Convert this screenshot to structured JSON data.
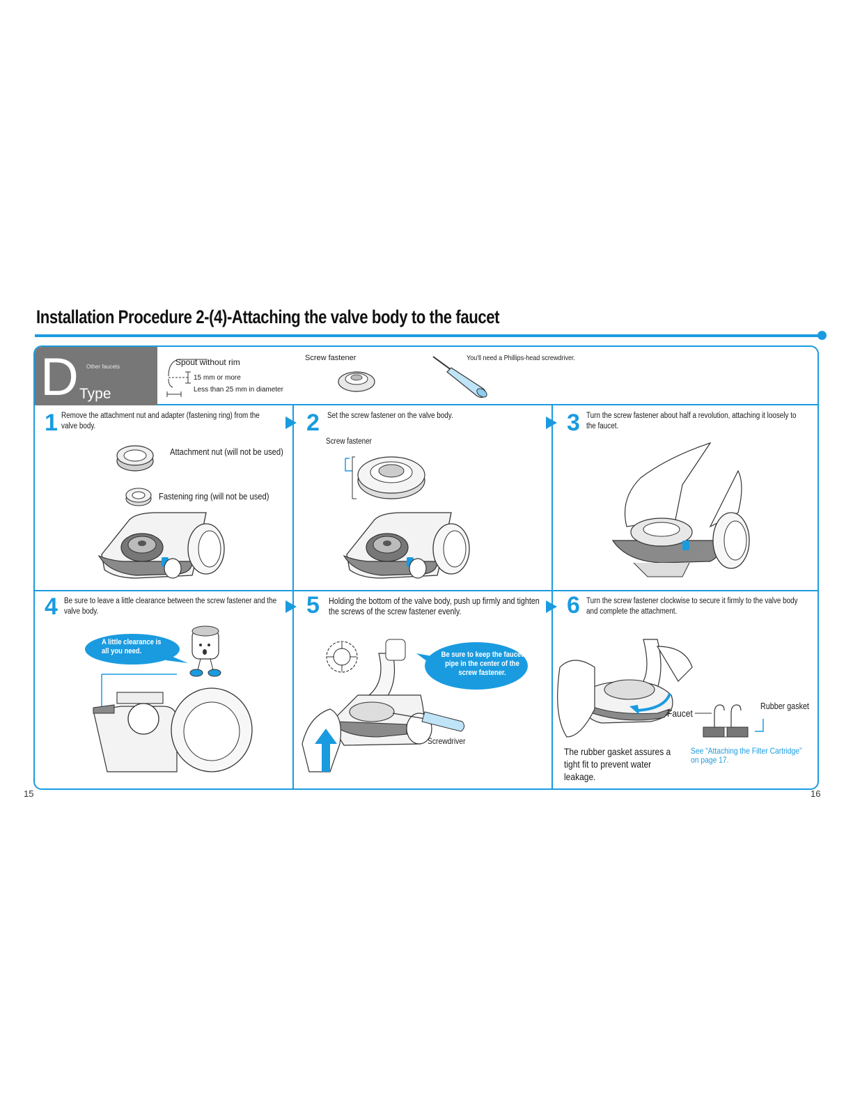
{
  "page": {
    "title": "Installation Procedure 2-(4)-Attaching the valve body to  the faucet",
    "page_left": "15",
    "page_right": "16"
  },
  "type_box": {
    "letter": "D",
    "subtitle": "Other faucets",
    "type_label": "Type"
  },
  "header": {
    "spout_title": "Spout without rim",
    "spout_height": "15 mm or more",
    "spout_diameter": "Less than 25 mm in diameter",
    "screw_fastener_label": "Screw fastener",
    "screwdriver_note": "You'll need a Phillips-head screwdriver."
  },
  "steps": [
    {
      "num": "1",
      "text": "Remove the attachment nut and adapter (fastening ring) from the valve body."
    },
    {
      "num": "2",
      "text": "Set the screw fastener on the   valve body."
    },
    {
      "num": "3",
      "text": "Turn the screw fastener about half a revolution, attaching it loosely to the faucet."
    },
    {
      "num": "4",
      "text": "Be sure to leave a little clearance between the screw fastener and  the valve body."
    },
    {
      "num": "5",
      "text": "Holding the bottom of the    valve body, push up firmly and tighten the screws of the    screw fastener  evenly."
    },
    {
      "num": "6",
      "text": "Turn the screw fastener clockwise to secure it firmly to the valve body and complete the attachment."
    }
  ],
  "labels": {
    "attachment_nut": "Attachment nut (will not be used)",
    "fastening_ring": "Fastening ring (will not be used)",
    "step2_screw_fastener": "Screw fastener",
    "bubble_clearance": "A little clearance is all you need.",
    "bubble_center": "Be sure to keep the faucet pipe in the center of the screw fastener.",
    "screwdriver": "Screwdriver",
    "faucet": "Faucet",
    "rubber_gasket": "Rubber gasket",
    "gasket_note": "The rubber gasket assures a tight fit to prevent water leakage.",
    "see_ref": "See “Attaching the Filter Cartridge” on page 17."
  },
  "colors": {
    "accent": "#1a9be0",
    "type_box": "#777777"
  }
}
